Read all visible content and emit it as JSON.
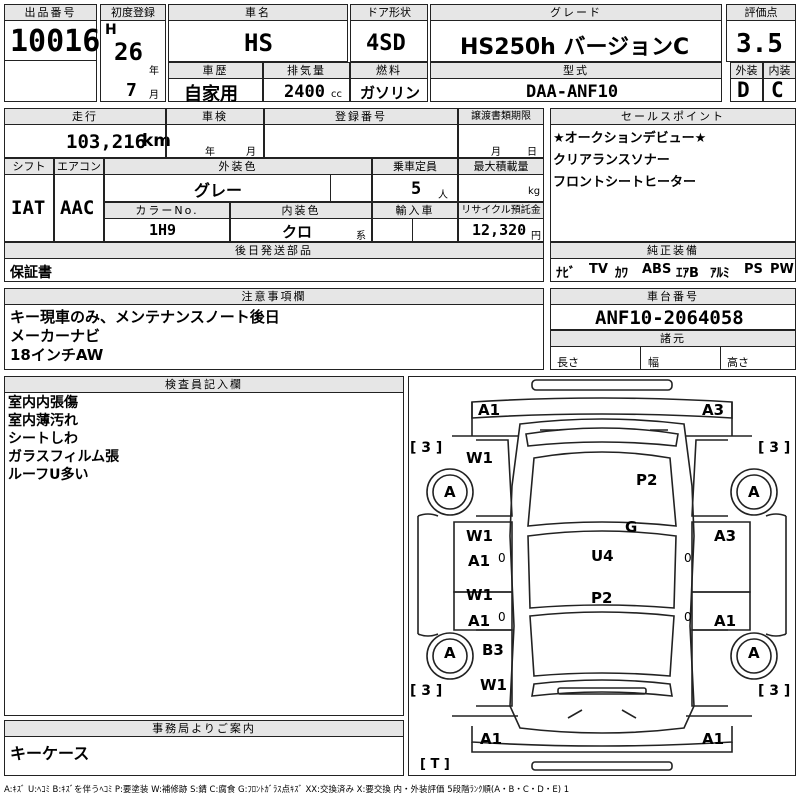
{
  "labels": {
    "lot_no": "出品番号",
    "first_reg": "初度登録",
    "car_name": "車名",
    "door": "ドア形状",
    "grade": "グレード",
    "score": "評価点",
    "history": "車歴",
    "displacement": "排気量",
    "fuel": "燃料",
    "model_code": "型式",
    "exterior": "外装",
    "interior": "内装",
    "mileage": "走行",
    "inspection": "車検",
    "reg_no": "登録番号",
    "transfer_deadline": "譲渡書類期限",
    "sales_points": "セールスポイント",
    "shift": "シフト",
    "aircon": "エアコン",
    "ext_color": "外装色",
    "capacity": "乗車定員",
    "max_load": "最大積載量",
    "color_no": "カラーNo.",
    "int_color": "内装色",
    "import": "輸入車",
    "recycle": "リサイクル預託金",
    "later_parts": "後日発送部品",
    "genuine_equipment": "純正装備",
    "notes": "注意事項欄",
    "chassis_no": "車台番号",
    "specs": "諸元",
    "length": "長さ",
    "width": "幅",
    "height": "高さ",
    "inspector": "検査員記入欄",
    "office": "事務局よりご案内",
    "year_unit": "年",
    "month_unit": "月",
    "cc_unit": "cc",
    "km_unit": "km",
    "person_unit": "人",
    "kg_unit": "kg",
    "yen_unit": "円",
    "kei_unit": "系"
  },
  "lot_no": "10016",
  "era": "H",
  "reg_year": "26",
  "reg_month": "7",
  "car_name": "HS",
  "door": "4SD",
  "grade": "HS250h バージョンC",
  "score": "3.5",
  "history": "自家用",
  "displacement": "2400",
  "fuel": "ガソリン",
  "model_code": "DAA-ANF10",
  "exterior_grade": "D",
  "interior_grade": "C",
  "mileage": "103,216",
  "inspection_year_unit": "年",
  "inspection_month_unit": "月",
  "transfer_month_unit": "月",
  "transfer_day_unit": "日",
  "shift": "IAT",
  "aircon": "AAC",
  "ext_color": "グレー",
  "capacity": "5",
  "color_no": "1H9",
  "int_color": "クロ",
  "recycle": "12,320",
  "later_parts": "保証書",
  "sales_points": [
    "★オークションデビュー★",
    "クリアランスソナー",
    "フロントシートヒーター"
  ],
  "equipment": [
    "ﾅﾋﾞ",
    "TV",
    "ｶﾜ",
    "ABS",
    "ｴｱB",
    "ｱﾙﾐ",
    "PS",
    "PW"
  ],
  "notes": [
    "キー現車のみ、メンテナンスノート後日",
    "メーカーナビ",
    "18インチAW"
  ],
  "chassis_no": "ANF10-2064058",
  "inspector_notes": [
    "室内内張傷",
    "室内薄汚れ",
    "シートしわ",
    "ガラスフィルム張",
    "ルーフU多い"
  ],
  "office_note": "キーケース",
  "damage": {
    "a1_tl": "A1",
    "a3_tr": "A3",
    "bracket_l": "[ 3 ]",
    "bracket_r": "[ 3 ]",
    "w1_l": "W1",
    "tire": "A",
    "p2_top": "P2",
    "g": "G",
    "w1_l2": "W1",
    "a1_l2": "A1",
    "zero": "0",
    "u4": "U4",
    "a3_r": "A3",
    "w1_l3": "W1",
    "a1_l3": "A1",
    "p2_mid": "P2",
    "a1_r3": "A1",
    "b3": "B3",
    "w1_l4": "W1",
    "a1_bl": "A1",
    "a1_br": "A1",
    "t_mark": "[ T ]"
  },
  "legend": "A:ｷｽﾞ U:ﾍｺﾐ B:ｷｽﾞを伴うﾍｺﾐ P:要塗装 W:補修跡 S:錆 C:腐食 G:ﾌﾛﾝﾄｶﾞﾗｽ点ｷｽﾞ XX:交換済み X:要交換  内・外装評価 5段階ﾗﾝｸ順(A・B・C・D・E) 1"
}
